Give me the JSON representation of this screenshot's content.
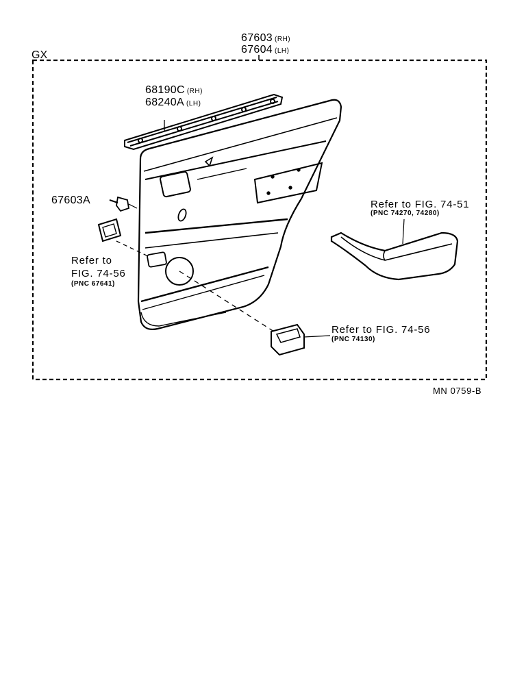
{
  "diagram": {
    "variant": "GX",
    "assembly": {
      "rh": {
        "part": "67603",
        "side": "(RH)"
      },
      "lh": {
        "part": "67604",
        "side": "(LH)"
      }
    },
    "weatherstrip": {
      "rh": {
        "part": "68190C",
        "side": "(RH)"
      },
      "lh": {
        "part": "68240A",
        "side": "(LH)"
      }
    },
    "clip": {
      "part": "67603A"
    },
    "ref_left": {
      "line1": "Refer  to",
      "line2": "FIG. 74-56",
      "pnc": "(PNC 67641)"
    },
    "ref_armrest": {
      "text": "Refer  to  FIG. 74-51",
      "pnc": "(PNC 74270, 74280)"
    },
    "ref_bottom": {
      "text": "Refer  to  FIG. 74-56",
      "pnc": "(PNC 74130)"
    },
    "figure_code": "MN  0759-B"
  }
}
